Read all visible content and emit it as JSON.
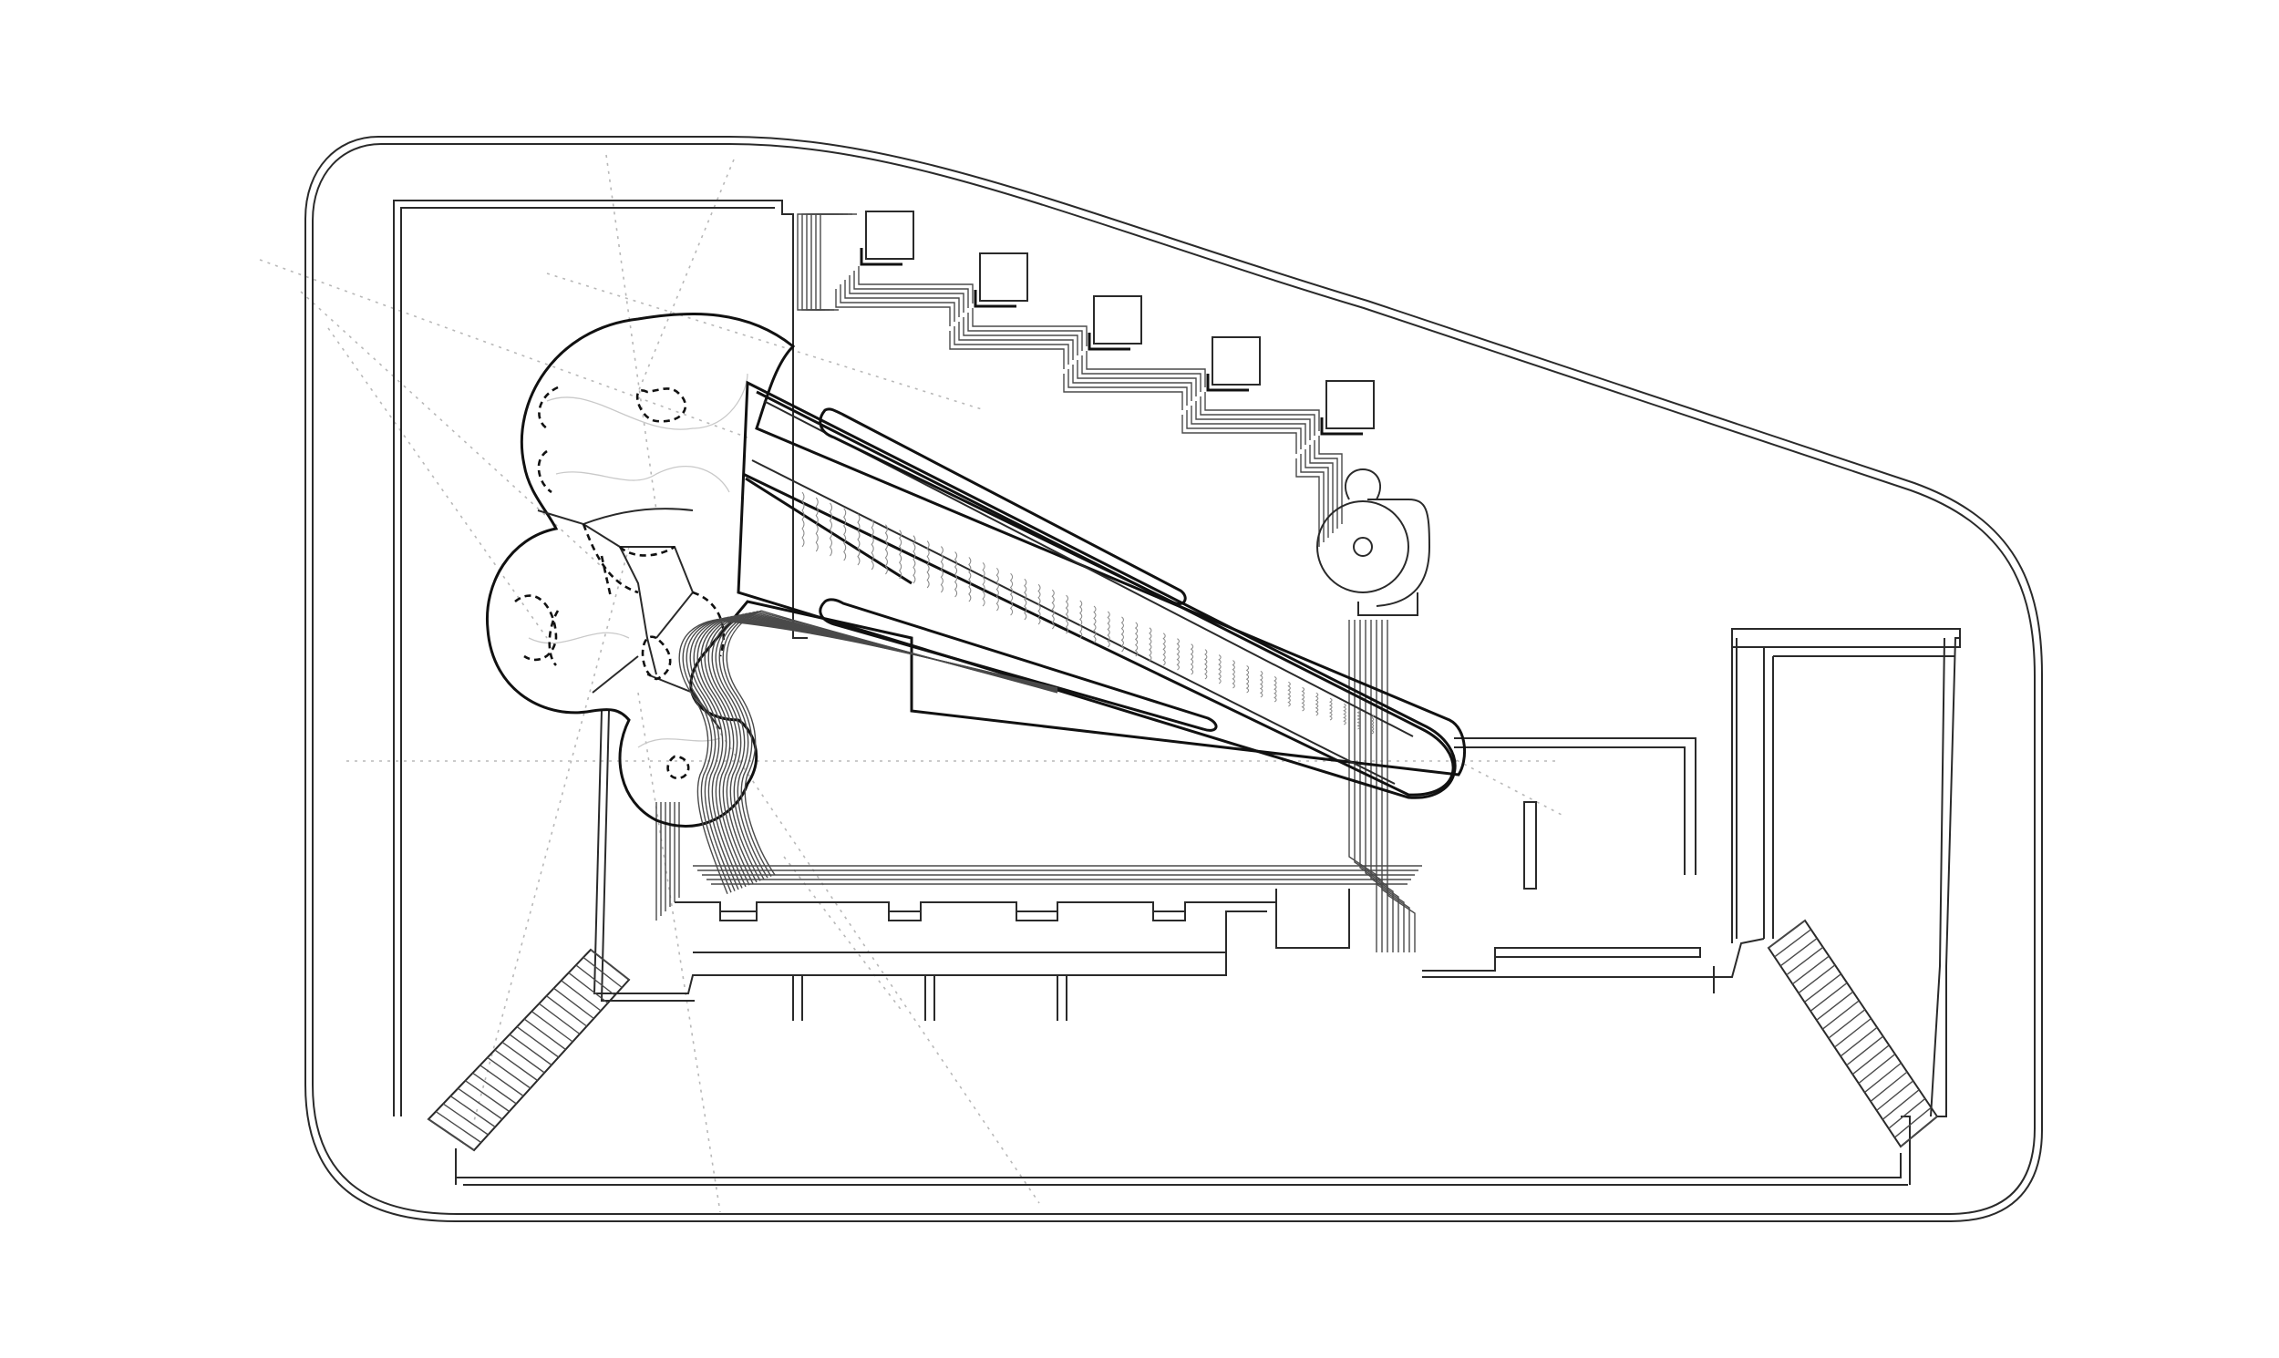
{
  "drawing": {
    "kind": "architectural site plan",
    "style": "black line drawing on white background",
    "colors": {
      "background": "#ffffff",
      "line": "#111111",
      "construction_line": "#b8b8b8"
    },
    "elements": [
      "site-boundary",
      "building-perimeter",
      "cone-tube-structure",
      "bubble-cluster",
      "stepped-stair-platforms",
      "circular-column",
      "south-arcade",
      "east-wing",
      "diagonal-stairs",
      "construction-lines"
    ]
  }
}
